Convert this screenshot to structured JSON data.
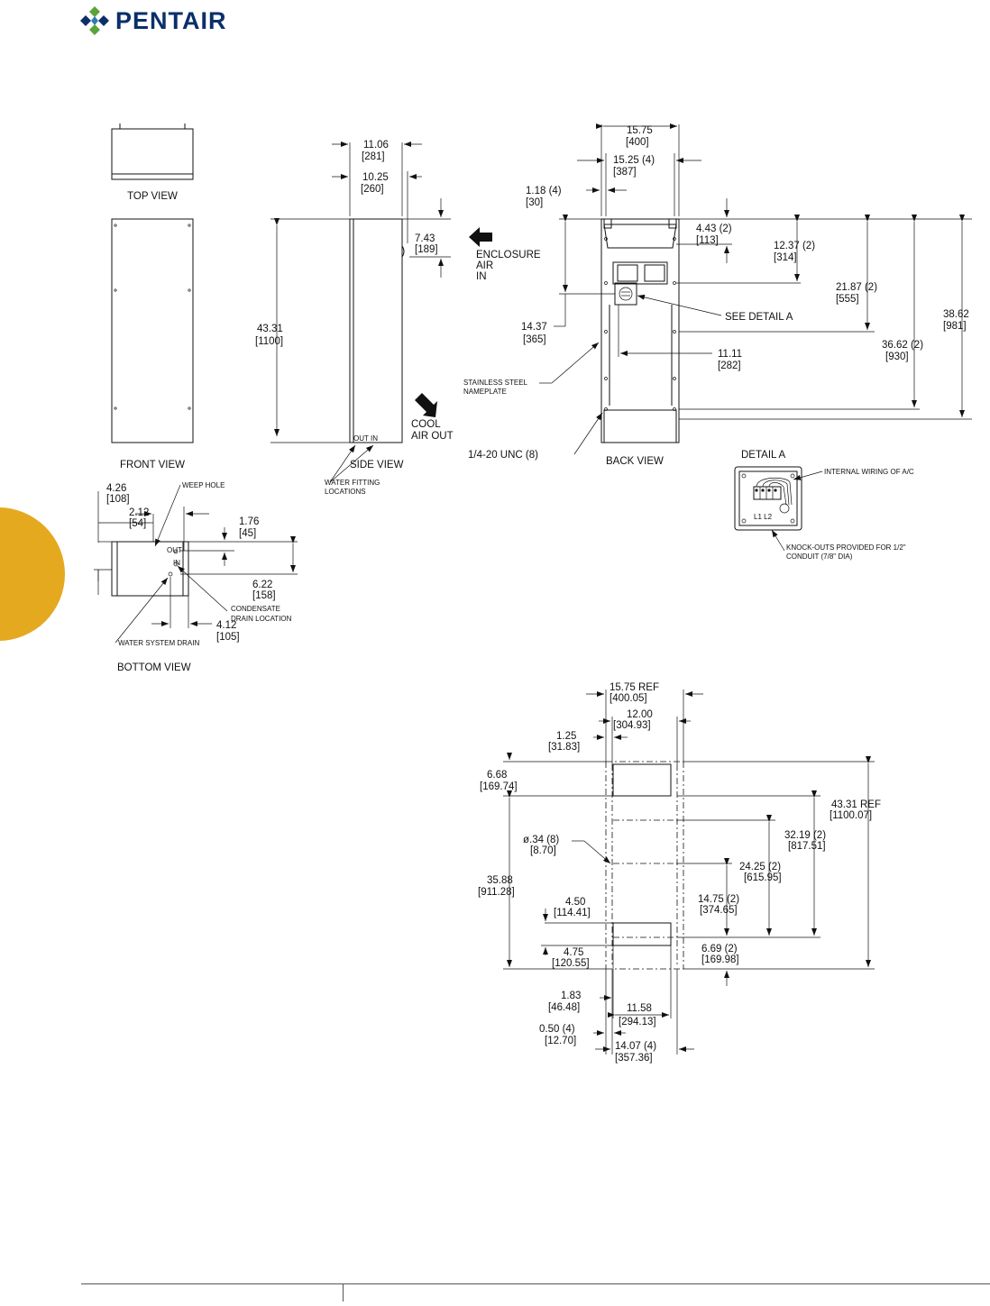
{
  "brand": {
    "name": "PENTAIR"
  },
  "colors": {
    "accent_tab": "#e4a91f",
    "brand_navy": "#0a2f6b",
    "brand_green": "#5aa33a"
  },
  "views": {
    "top": "TOP VIEW",
    "front": "FRONT VIEW",
    "side": "SIDE VIEW",
    "back": "BACK VIEW",
    "bottom": "BOTTOM VIEW",
    "detail_a": "DETAIL A"
  },
  "side_view": {
    "d1": "11.06",
    "d1m": "[281]",
    "d2": "10.25",
    "d2m": "[260]",
    "d3": "7.43",
    "d3m": "[189]",
    "d4": "43.31",
    "d4m": "[1100]",
    "out_in": "OUT IN",
    "enclosure_air_in": [
      "ENCLOSURE",
      "AIR",
      "IN"
    ],
    "cool_air_out": [
      "COOL",
      "AIR OUT"
    ],
    "water_fitting": [
      "WATER FITTING",
      "LOCATIONS"
    ]
  },
  "back_view": {
    "w1": "15.75",
    "w1m": "[400]",
    "w2": "15.25 (4)",
    "w2m": "[387]",
    "w3": "1.18 (4)",
    "w3m": "[30]",
    "h1": "4.43 (2)",
    "h1m": "[113]",
    "h2": "12.37 (2)",
    "h2m": "[314]",
    "h3": "21.87 (2)",
    "h3m": "[555]",
    "h4": "36.62 (2)",
    "h4m": "[930]",
    "h5": "38.62",
    "h5m": "[981]",
    "h6": "14.37",
    "h6m": "[365]",
    "w4": "11.11",
    "w4m": "[282]",
    "see_detail": "SEE DETAIL A",
    "nameplate": [
      "STAINLESS STEEL",
      "NAMEPLATE"
    ],
    "unc": "1/4-20 UNC (8)"
  },
  "detail_a": {
    "internal_wiring": "INTERNAL WIRING OF A/C",
    "knockouts": [
      "KNOCK-OUTS PROVIDED FOR 1/2\"",
      "CONDUIT (7/8\" DIA)"
    ],
    "terminals": "L1 L2"
  },
  "bottom_view": {
    "a": "4.26",
    "am": "[108]",
    "b": "2.12",
    "bm": "[54]",
    "c": "1.76",
    "cm": "[45]",
    "d": "6.22",
    "dm": "[158]",
    "e": "4.12",
    "em": "[105]",
    "weep_hole": "WEEP HOLE",
    "out": "OUT",
    "in": "IN",
    "condensate": [
      "CONDENSATE",
      "DRAIN LOCATION"
    ],
    "water_drain": "WATER SYSTEM DRAIN"
  },
  "cutout": {
    "a": "15.75 REF",
    "am": "[400.05]",
    "b": "12.00",
    "bm": "[304.93]",
    "c": "1.25",
    "cm": "[31.83]",
    "d": "6.68",
    "dm": "[169.74]",
    "e": "43.31 REF",
    "em": "[1100.07]",
    "f": "32.19 (2)",
    "fm": "[817.51]",
    "g": "ø.34 (8)",
    "gm": "[8.70]",
    "h": "24.25 (2)",
    "hm": "[615.95]",
    "i": "35.88",
    "im": "[911.28]",
    "j": "4.50",
    "jm": "[114.41]",
    "k": "14.75 (2)",
    "km": "[374.65]",
    "l": "4.75",
    "lm": "[120.55]",
    "m": "6.69 (2)",
    "mm": "[169.98]",
    "n": "1.83",
    "nm": "[46.48]",
    "o": "11.58",
    "om": "[294.13]",
    "p": "0.50 (4)",
    "pm": "[12.70]",
    "q": "14.07 (4)",
    "qm": "[357.36]"
  }
}
